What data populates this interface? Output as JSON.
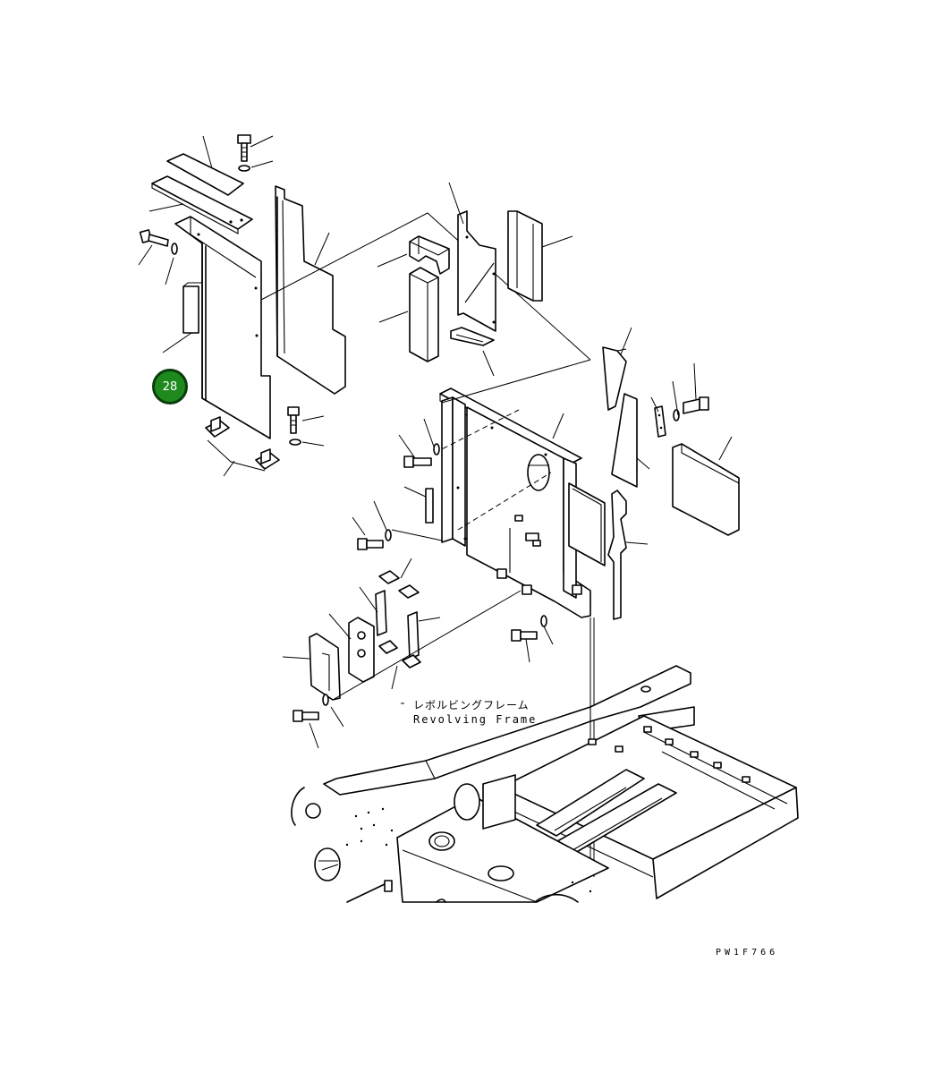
{
  "callout": {
    "label": "28",
    "color": "#1e8a1e"
  },
  "frame_label": {
    "japanese": "レボルビングフレーム",
    "english": "Revolving Frame"
  },
  "drawing_code": "PW1F766"
}
